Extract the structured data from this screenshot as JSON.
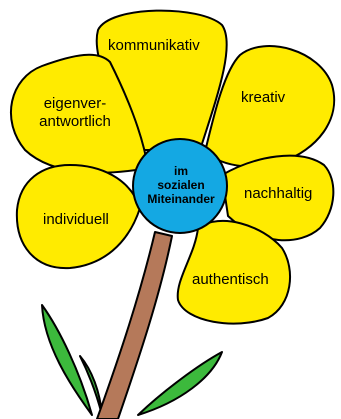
{
  "center": {
    "lines": [
      "im",
      "sozialen",
      "Miteinander"
    ]
  },
  "petals": [
    {
      "name": "kommunikativ",
      "lines": [
        "kommunikativ"
      ]
    },
    {
      "name": "kreativ",
      "lines": [
        "kreativ"
      ]
    },
    {
      "name": "eigenverantwortlich",
      "lines": [
        "eigenver-",
        "antwortlich"
      ]
    },
    {
      "name": "nachhaltig",
      "lines": [
        "nachhaltig"
      ]
    },
    {
      "name": "individuell",
      "lines": [
        "individuell"
      ]
    },
    {
      "name": "authentisch",
      "lines": [
        "authentisch"
      ]
    }
  ],
  "colors": {
    "petal_fill": "#ffeb00",
    "center_fill": "#14a8e3",
    "stem_fill": "#b5795a",
    "leaf_fill": "#3cb93c",
    "outline": "#000000"
  }
}
